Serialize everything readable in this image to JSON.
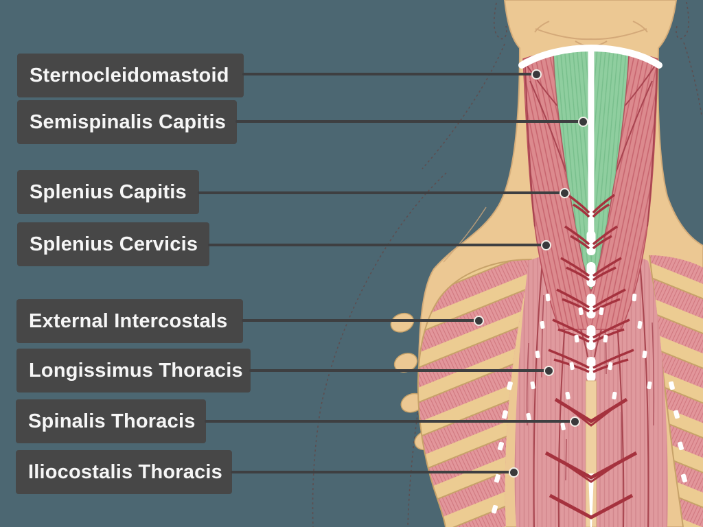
{
  "page": {
    "background_color": "#4C6772",
    "type": "labeled anatomy diagram",
    "view": "posterior neck and back muscles"
  },
  "label_style": {
    "box_color": "#474747",
    "text_color": "#F6F6F6",
    "leader_line_color": "#3E3F41",
    "marker_dot_color": "#39393B"
  },
  "labels": [
    {
      "text": "Sternocleidomastoid"
    },
    {
      "text": "Semispinalis Capitis"
    },
    {
      "text": "Splenius Capitis"
    },
    {
      "text": "Splenius Cervicis"
    },
    {
      "text": "External Intercostals"
    },
    {
      "text": "Longissimus Thoracis"
    },
    {
      "text": "Spinalis Thoracis"
    },
    {
      "text": "Iliocostalis Thoracis"
    }
  ],
  "illustration": {
    "regions": [
      "head",
      "neck muscles",
      "semispinalis capitis (highlighted green)",
      "nuchal ligament (white midline)",
      "rib cage with external intercostals",
      "erector spinae group"
    ],
    "colors": {
      "skin": "#ECC893",
      "rib_bone": "#ECCC92",
      "muscle_red": "#DC8A8E",
      "muscle_deep_red": "#A63D49",
      "highlight_green": "#8FCE9F",
      "ligament_white": "#FFFFFF",
      "dashed_outline": "#5C4E50"
    }
  }
}
